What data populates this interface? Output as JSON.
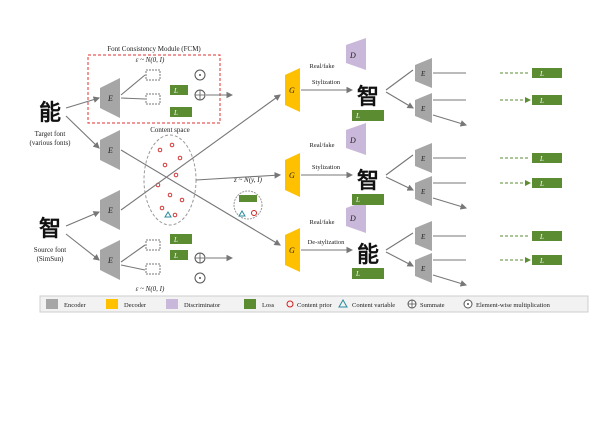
{
  "fcm_title": "Font Consistency Module (FCM)",
  "noise_top": "ε ~ N(0, I)",
  "noise_bottom": "ε ~ N(0, I)",
  "noise_mid": "z ~ N(y, I)",
  "target_char": "能",
  "target_label_1": "Target font",
  "target_label_2": "(various fonts)",
  "source_char": "智",
  "source_label_1": "Source font",
  "source_label_2": "(SimSun)",
  "content_space_label": "Content space",
  "encoder_f": "E",
  "encoder_c": "E",
  "gen_y": "G",
  "gen_x": "G",
  "disc_y": "D",
  "disc_x": "D",
  "real_fake": "Real/fake",
  "stylization": "Stylization",
  "destylization": "De-stylization",
  "out_char_1": "智",
  "out_char_2": "智",
  "out_char_3": "能",
  "loss_kl": "L",
  "loss_pixel": "L",
  "loss_cls": "L",
  "loss_reg": "L",
  "legend": {
    "encoder": "Encoder",
    "decoder": "Decoder",
    "discriminator": "Discriminator",
    "loss": "Loss",
    "content_prior": "Content prior",
    "content_variable": "Content variable",
    "summate": "Summate",
    "multiplication": "Element-wise multiplication"
  },
  "colors": {
    "encoder": "#a6a6a6",
    "decoder": "#ffc000",
    "discriminator": "#c9b8d9",
    "loss": "#5b8c32",
    "fcm_border": "#e03030"
  }
}
